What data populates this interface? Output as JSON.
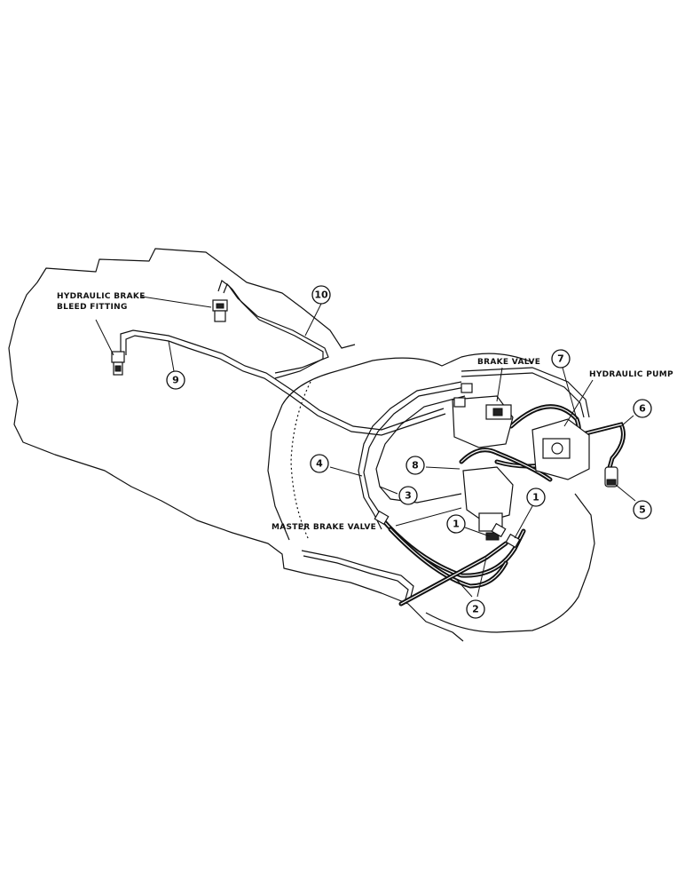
{
  "labels": {
    "bleed_fitting_line1": "HYDRAULIC BRAKE",
    "bleed_fitting_line2": "BLEED FITTING",
    "brake_valve": "BRAKE VALVE",
    "hydraulic_pump": "HYDRAULIC PUMP",
    "master_brake_valve": "MASTER BRAKE VALVE"
  },
  "callouts": {
    "c10": "10",
    "c9": "9",
    "c7": "7",
    "c6": "6",
    "c5": "5",
    "c4": "4",
    "c3": "3",
    "c8": "8",
    "c1a": "1",
    "c1b": "1",
    "c2": "2"
  }
}
